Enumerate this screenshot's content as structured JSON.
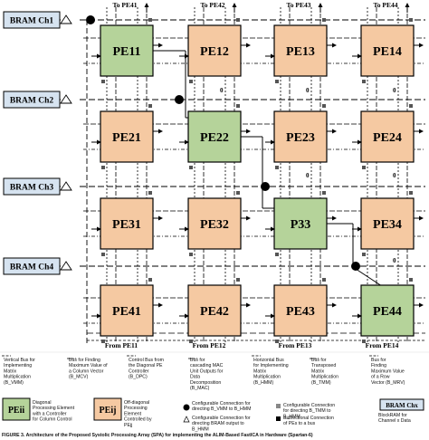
{
  "bram_channels": [
    "BRAM Ch1",
    "BRAM Ch2",
    "BRAM Ch3",
    "BRAM Ch4"
  ],
  "top_labels": [
    "To PE41",
    "To PE42",
    "To PE43",
    "To PE44"
  ],
  "bottom_labels": [
    "From PE11",
    "From PE12",
    "From PE13",
    "From PE14"
  ],
  "zero_label": "0",
  "pe_grid": [
    [
      "PE11",
      "PE12",
      "PE13",
      "PE14"
    ],
    [
      "PE21",
      "PE22",
      "PE23",
      "PE24"
    ],
    [
      "PE31",
      "PE32",
      "P33",
      "PE34"
    ],
    [
      "PE41",
      "PE42",
      "PE43",
      "PE44"
    ]
  ],
  "colors": {
    "diagonal": "#b5d39a",
    "off_diagonal": "#f5c9a2",
    "bram": "#d6e3f0",
    "line": "#000000"
  },
  "legend": {
    "row1": [
      "Vertical Bus for Implementing Matrix Multiplication (B_VMM)",
      "Bus for Finding Maximum Value of a Column Vector (B_MCV)",
      "Control Bus from the Diagonal PE Controller (B_DPC)",
      "Bus for cascading MAC Unit Outputs for Data Decomposition (B_MAC)",
      "Horizontal Bus for Implementing Matrix Multiplication (B_HMM)",
      "Bus for Transposed Matrix Multiplication (B_TMM)",
      "Bus for Finding Maximum Value of a Row Vector (B_MRV)"
    ],
    "pe_ii_label": "PEii",
    "pe_ii_desc": "Diagonal Processing Element with a Controller for Column Control",
    "pe_ij_label": "PEij",
    "pe_ij_desc": "Off-diagonal Processing Element Controlled by PEjj",
    "conf1": "Configurable Connection for directing B_VMM to B_HMM",
    "conf2": "Configurable Connection for directing BRAM output to B_HMM",
    "conf3": "Configurable Connection for directing B_TMM to B_HMM",
    "bidir": "Bidirectional Connection of PEs to a bus",
    "bram_chx": "BRAM Chx",
    "bram_chx_desc": "BlockRAM for Channel x Data"
  },
  "caption": "FIGURE 3. Architecture of the Proposed Systolic Processing Array (SPA) for implementing the ALIM-Based FastICA in Hardware (Spartan-6)"
}
